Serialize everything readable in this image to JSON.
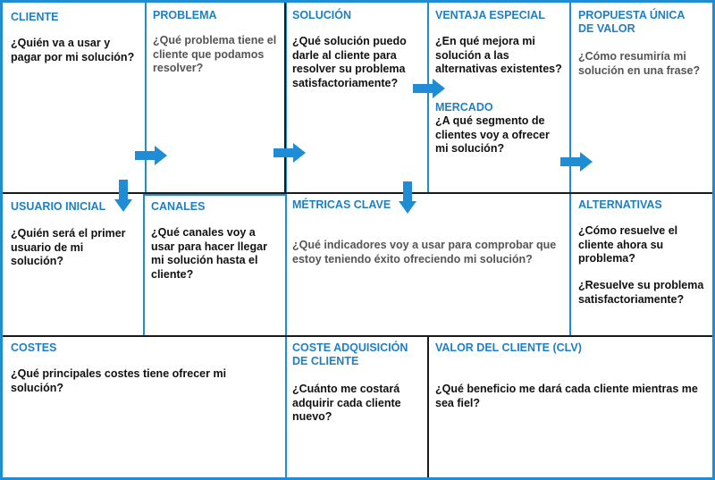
{
  "canvas": {
    "border_color": "#1f8dd6",
    "title_color": "#1f7fc4",
    "arrow_color": "#1f8dd6"
  },
  "cliente": {
    "title": "CLIENTE",
    "question": "¿Quién va a usar y\npagar por mi solución?"
  },
  "problema": {
    "title": "PROBLEMA",
    "question": "¿Qué problema tiene el\ncliente que podamos\nresolver?"
  },
  "solucion": {
    "title": "SOLUCIÓN",
    "question": "¿Qué solución puedo\ndarle al cliente para\nresolver su problema\nsatisfactoriamente?"
  },
  "ventaja": {
    "title": "VENTAJA ESPECIAL",
    "question": "¿En qué mejora mi\nsolución a las\nalternativas existentes?"
  },
  "mercado": {
    "title": "MERCADO",
    "question": "¿A qué segmento de\nclientes voy a ofrecer\nmi solución?"
  },
  "propuesta": {
    "title": "PROPUESTA ÚNICA\nDE VALOR",
    "question": "¿Cómo resumiría mi\nsolución en una frase?"
  },
  "usuario_inicial": {
    "title": "USUARIO INICIAL",
    "question": "¿Quién será el primer\nusuario de mi\nsolución?"
  },
  "canales": {
    "title": "CANALES",
    "question": "¿Qué canales voy a\nusar para hacer llegar\nmi solución hasta el\ncliente?"
  },
  "metricas": {
    "title": "MÉTRICAS CLAVE",
    "question": "¿Qué indicadores voy a usar para comprobar que\nestoy teniendo éxito ofreciendo mi solución?"
  },
  "alternativas": {
    "title": "ALTERNATIVAS",
    "question1": "¿Cómo resuelve el\ncliente ahora su\nproblema?",
    "question2": "¿Resuelve su problema\nsatisfactoriamente?"
  },
  "costes": {
    "title": "COSTES",
    "question": "¿Qué principales costes tiene ofrecer mi\nsolución?"
  },
  "coste_adquisicion": {
    "title": "COSTE ADQUISICIÓN\nDE CLIENTE",
    "question": "¿Cuánto me costará\nadquirir cada cliente\nnuevo?"
  },
  "valor_cliente": {
    "title": "VALOR DEL CLIENTE (CLV)",
    "question": "¿Qué beneficio me dará cada cliente mientras  me\nsea fiel?"
  }
}
